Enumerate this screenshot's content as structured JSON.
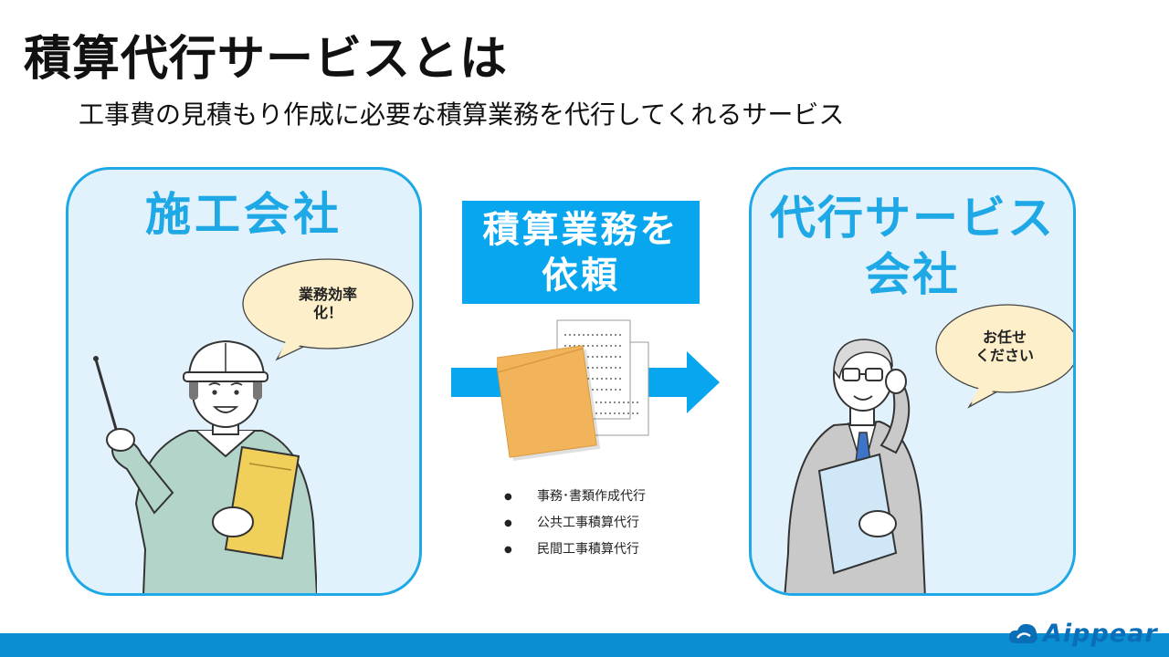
{
  "slide": {
    "title": "積算代行サービスとは",
    "subtitle": "工事費の見積もり作成に必要な積算業務を代行してくれるサービス"
  },
  "left_panel": {
    "title": "施工会社",
    "bubble_line1": "業務効率",
    "bubble_line2": "化！"
  },
  "right_panel": {
    "title_line1": "代行サービス",
    "title_line2": "会社",
    "bubble_line1": "お任せ",
    "bubble_line2": "ください"
  },
  "center": {
    "request_line1": "積算業務を",
    "request_line2": "依頼",
    "services": [
      "事務･書類作成代行",
      "公共工事積算代行",
      "民間工事積算代行"
    ]
  },
  "brand": {
    "name": "Aippear"
  },
  "colors": {
    "accent": "#1fa8e6",
    "request_box": "#07a6ef",
    "panel_bg": "#e2f2fc",
    "bubble_bg": "#fcefc9",
    "envelope": "#f2b45a",
    "footer_bar": "#0b8fd4"
  }
}
